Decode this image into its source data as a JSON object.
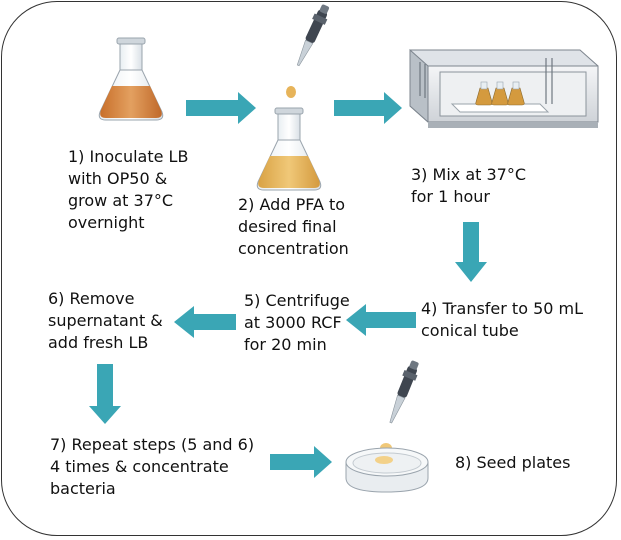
{
  "steps": [
    {
      "id": 1,
      "lines": [
        "1) Inoculate LB",
        "with OP50 &",
        "grow at 37°C",
        "overnight"
      ]
    },
    {
      "id": 2,
      "lines": [
        "2) Add PFA to",
        "desired final",
        "concentration"
      ]
    },
    {
      "id": 3,
      "lines": [
        "3) Mix at 37°C",
        "for 1 hour"
      ]
    },
    {
      "id": 4,
      "lines": [
        "4) Transfer to 50 mL",
        "conical tube"
      ]
    },
    {
      "id": 5,
      "lines": [
        "5) Centrifuge",
        "at 3000 RCF",
        "for 20 min"
      ]
    },
    {
      "id": 6,
      "lines": [
        "6) Remove",
        "supernatant &",
        "add fresh LB"
      ]
    },
    {
      "id": 7,
      "lines": [
        "7) Repeat steps (5 and 6)",
        "4 times & concentrate",
        "bacteria"
      ]
    },
    {
      "id": 8,
      "lines": [
        "8) Seed plates"
      ]
    }
  ],
  "icons": {
    "flask_culture": "erlenmeyer-flask-icon",
    "flask_pfa": "erlenmeyer-flask-icon",
    "pipette": "pipette-icon",
    "incubator": "shaking-incubator-icon",
    "petri_dish": "petri-dish-icon"
  },
  "colors": {
    "arrow": "#3aa6b5",
    "culture_liquid": "#d98a3c",
    "pfa_liquid": "#e7b45a",
    "frame": "#333333"
  }
}
